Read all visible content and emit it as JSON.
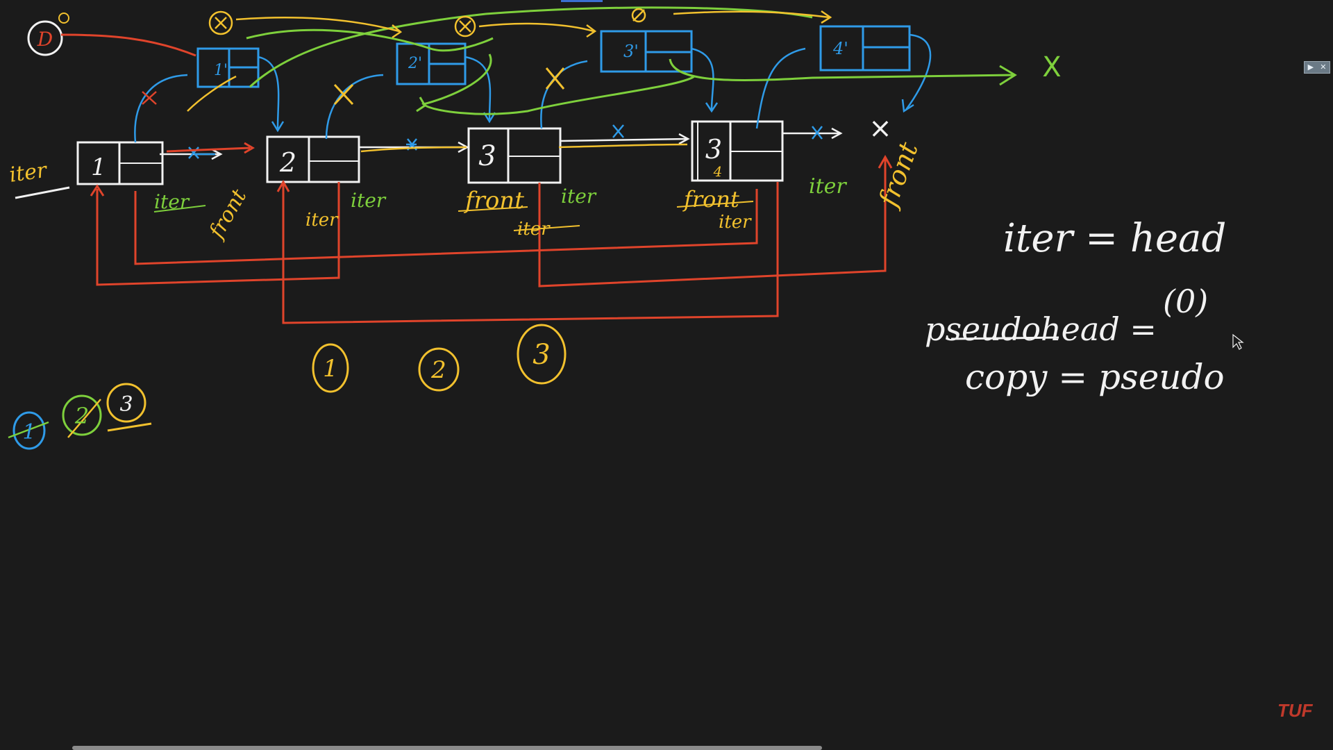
{
  "colors": {
    "background": "#1b1b1b",
    "white": "#f2f2f2",
    "red": "#e0442b",
    "yellow": "#f2c12e",
    "green": "#7ed03c",
    "blue": "#2f9be8"
  },
  "head_label": "D",
  "original_nodes": [
    "1",
    "2",
    "3",
    "3"
  ],
  "node4_subscript": "4",
  "copy_nodes": [
    "1'",
    "2'",
    "3'",
    "4'"
  ],
  "iter_label": "iter",
  "front_label": "front",
  "cross_mark": "X",
  "null_cross": "×",
  "step_circles": [
    "1",
    "2",
    "3"
  ],
  "small_circles": [
    "1",
    "2",
    "3"
  ],
  "right_notes": {
    "line1": "iter = head",
    "line2_left": "pseudohead =",
    "line2_right": "(0)",
    "line3": "copy = pseudo"
  },
  "icons": {
    "window_control": "play-close-icon"
  },
  "brand": "TUF"
}
